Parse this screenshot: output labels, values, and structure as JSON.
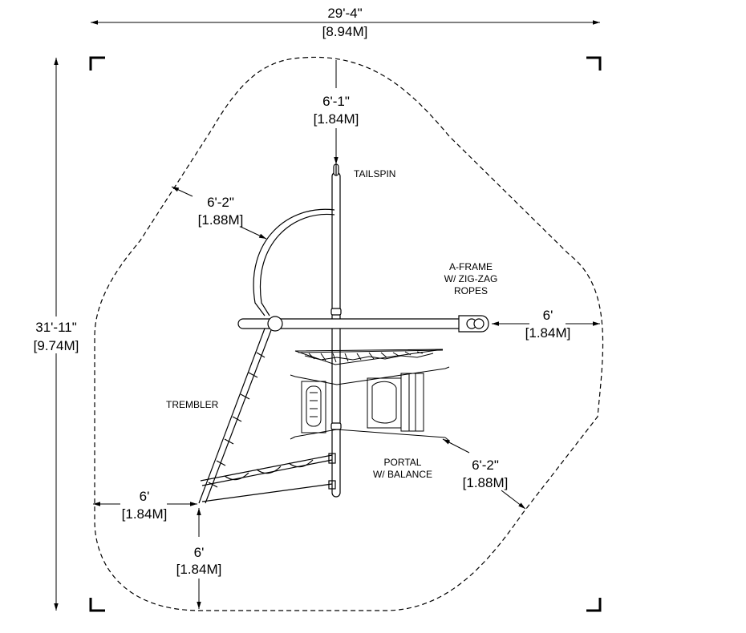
{
  "dimensions": {
    "overall_width": {
      "imperial": "29'-4\"",
      "metric": "[8.94M]"
    },
    "overall_height": {
      "imperial": "31'-11\"",
      "metric": "[9.74M]"
    },
    "top_clearance": {
      "imperial": "6'-1\"",
      "metric": "[1.84M]"
    },
    "arc_clearance": {
      "imperial": "6'-2\"",
      "metric": "[1.88M]"
    },
    "right_clearance": {
      "imperial": "6'",
      "metric": "[1.84M]"
    },
    "lower_right_clearance": {
      "imperial": "6'-2\"",
      "metric": "[1.88M]"
    },
    "left_clearance": {
      "imperial": "6'",
      "metric": "[1.84M]"
    },
    "bottom_clearance": {
      "imperial": "6'",
      "metric": "[1.84M]"
    }
  },
  "components": {
    "tailspin": "TAILSPIN",
    "aframe": [
      "A-FRAME",
      "W/ ZIG-ZAG",
      "ROPES"
    ],
    "trembler": "TREMBLER",
    "portal": [
      "PORTAL",
      "W/ BALANCE"
    ]
  },
  "colors": {
    "line": "#000000",
    "background": "#ffffff"
  }
}
